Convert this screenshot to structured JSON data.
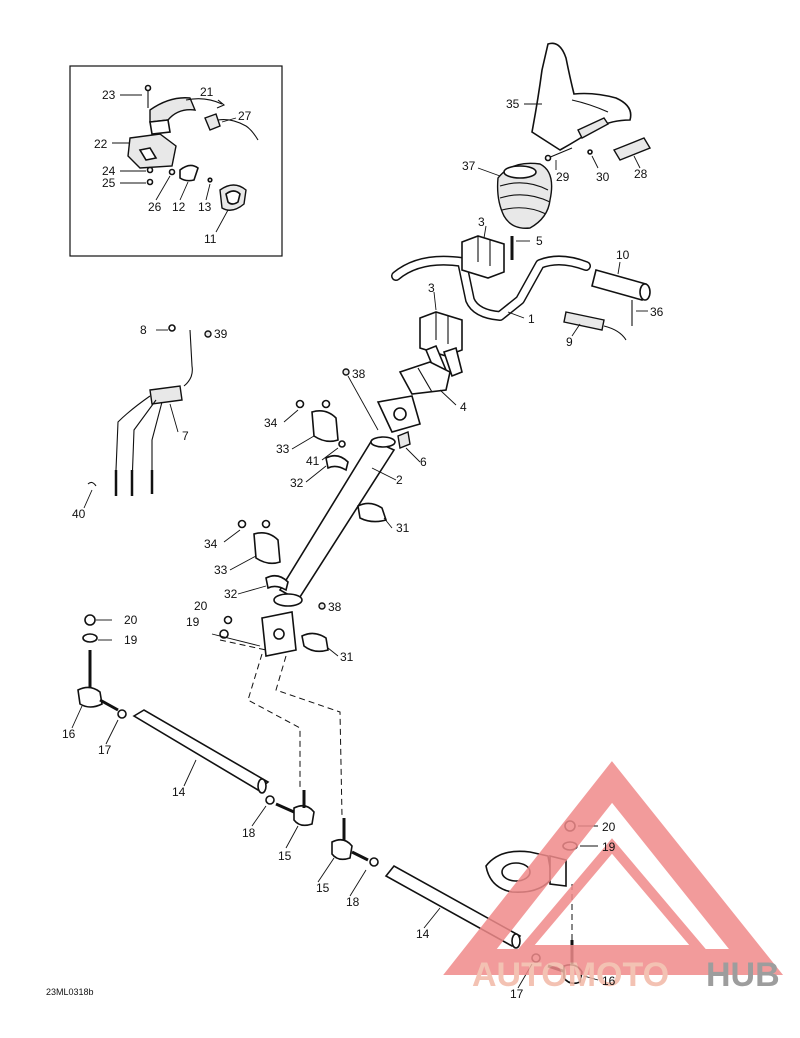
{
  "drawing_code": "23ML0318b",
  "watermark": {
    "brand_part1": "AUTOMOTO",
    "brand_part2": "HUB",
    "triangle_color": "#f08a8a",
    "text_color_1": "#f2b8a6",
    "text_color_2": "#8c8c8c"
  },
  "callouts": {
    "c23": "23",
    "c21": "21",
    "c27": "27",
    "c22": "22",
    "c24": "24",
    "c25": "25",
    "c26": "26",
    "c12": "12",
    "c13": "13",
    "c11": "11",
    "c35": "35",
    "c37": "37",
    "c29": "29",
    "c30": "30",
    "c28": "28",
    "c3a": "3",
    "c5": "5",
    "c10": "10",
    "c3b": "3",
    "c1": "1",
    "c36": "36",
    "c9": "9",
    "c8": "8",
    "c39": "39",
    "c7": "7",
    "c40": "40",
    "c38a": "38",
    "c4": "4",
    "c34a": "34",
    "c33a": "33",
    "c41": "41",
    "c6": "6",
    "c32a": "32",
    "c2": "2",
    "c31a": "31",
    "c34b": "34",
    "c33b": "33",
    "c32b": "32",
    "c20a": "20",
    "c19a": "19",
    "c38b": "38",
    "c31b": "31",
    "c20b": "20",
    "c19b": "19",
    "c16a": "16",
    "c17a": "17",
    "c14a": "14",
    "c18a": "18",
    "c15a": "15",
    "c15b": "15",
    "c18b": "18",
    "c14b": "14",
    "c20c": "20",
    "c19c": "19",
    "c17b": "17",
    "c16b": "16"
  }
}
